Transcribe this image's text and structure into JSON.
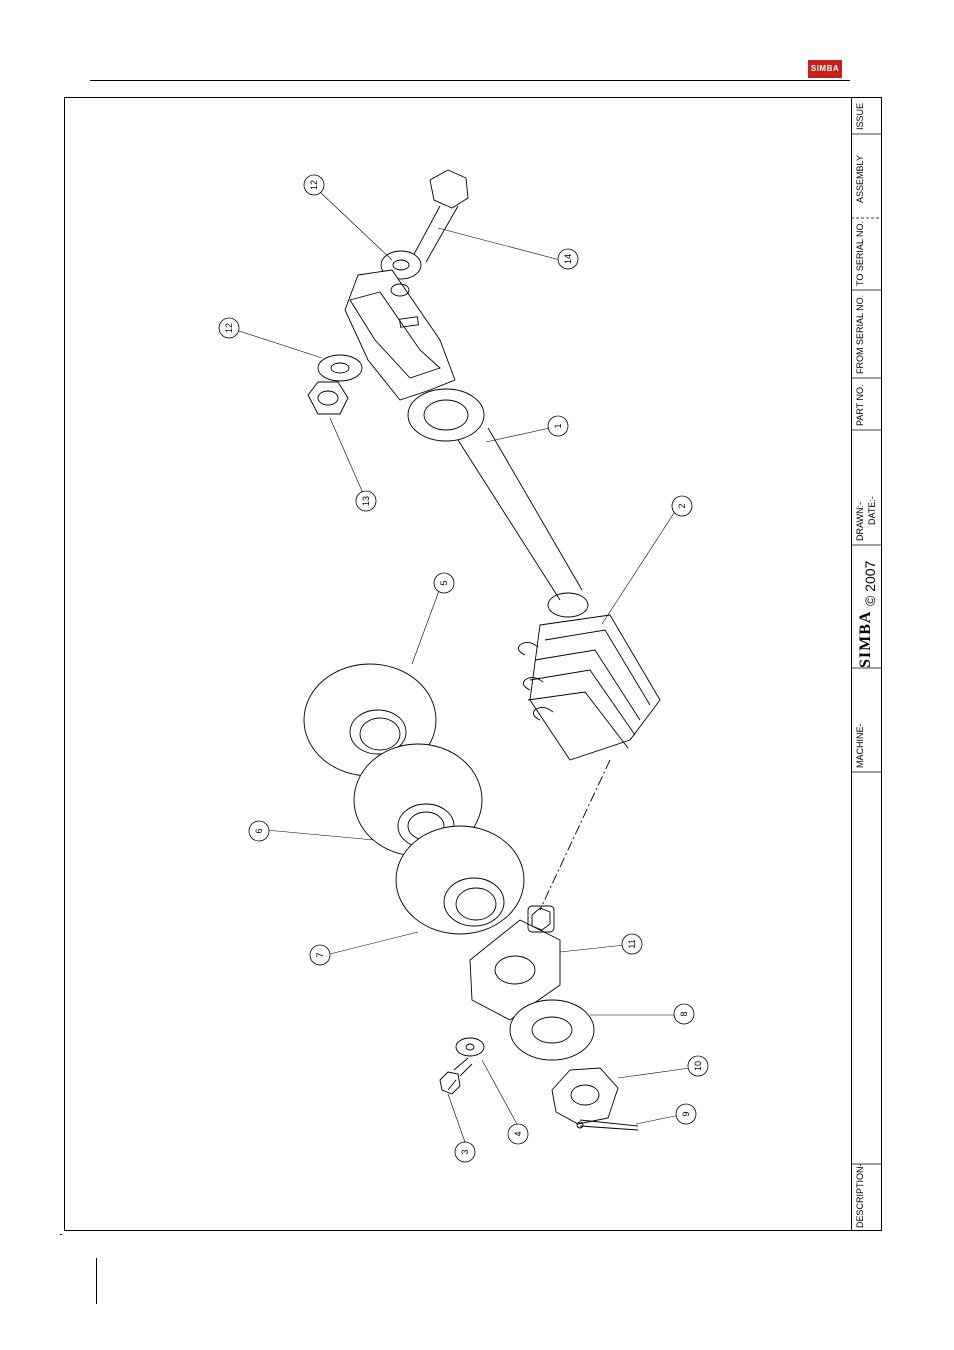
{
  "header": {
    "logo_text": "SIMBA"
  },
  "title_block": {
    "description_label": "DESCRIPTION-",
    "machine_label": "MACHINE-",
    "logo_text": "SIMBA",
    "copyright": "© 2007",
    "drawn_label": "DRAWN:-",
    "date_label": "DATE:-",
    "part_no_label": "PART NO.",
    "from_serial_label": "FROM SERIAL NO.",
    "to_serial_label": "TO SERIAL NO.",
    "assembly_label": "ASSEMBLY",
    "issue_label": "ISSUE"
  },
  "balloons": [
    "12",
    "14",
    "12",
    "1",
    "13",
    "2",
    "5",
    "6",
    "7",
    "11",
    "8",
    "10",
    "9",
    "4",
    "3"
  ]
}
